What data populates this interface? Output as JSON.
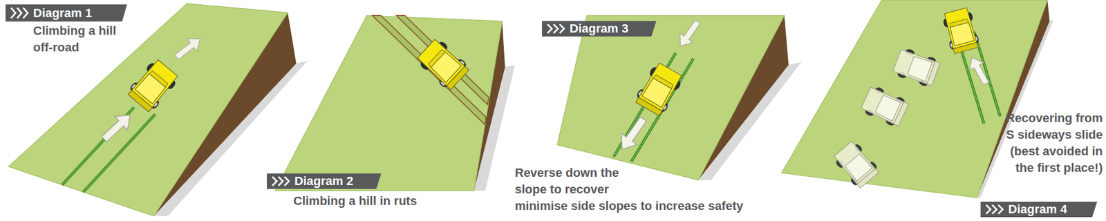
{
  "diagram": {
    "nodes": [
      {
        "text": [
          "Diagram 1"
        ]
      },
      {
        "text": [
          "Diagram 2"
        ]
      },
      {
        "text": [
          "Diagram 3"
        ]
      },
      {
        "text": [
          "Diagram 4"
        ]
      }
    ],
    "labels": [
      "Climbing a hill off-road",
      "Climbing a hill in ruts",
      "Reverse down the slope to recover",
      "minimise side slopes to increase safety",
      "Recovering from S sideways slide (best avoided in the first place!)"
    ]
  }
}
